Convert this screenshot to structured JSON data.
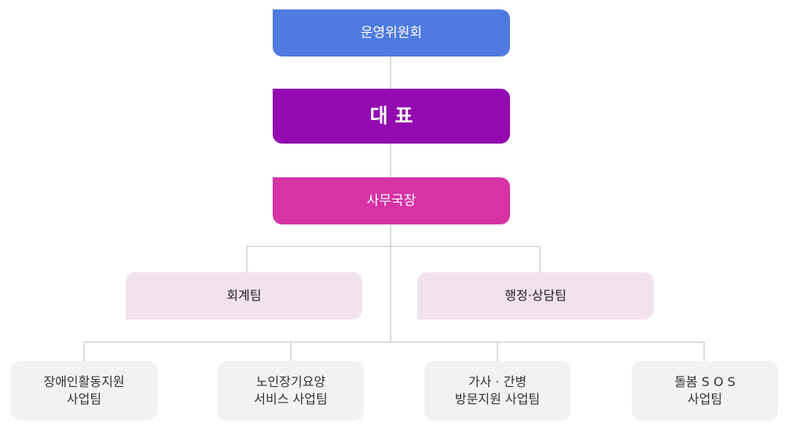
{
  "org": {
    "committee": "운영위원회",
    "ceo": "대 표",
    "secretary_general": "사무국장",
    "teams": [
      {
        "label": "회계팀"
      },
      {
        "label": "행정·상담팀"
      }
    ],
    "business_teams": [
      {
        "label": "장애인활동지원\n사업팀"
      },
      {
        "label": "노인장기요양\n서비스 사업팀"
      },
      {
        "label": "가사 · 간병\n방문지원 사업팀"
      },
      {
        "label": "돌봄 S O S\n사업팀"
      }
    ]
  },
  "colors": {
    "committee": "#4f7be0",
    "ceo": "#930bb0",
    "secretary_general": "#d633a4",
    "team_bg": "#f2e2ee",
    "business_bg": "#f2f2f2",
    "connector": "#bbbbbb"
  }
}
